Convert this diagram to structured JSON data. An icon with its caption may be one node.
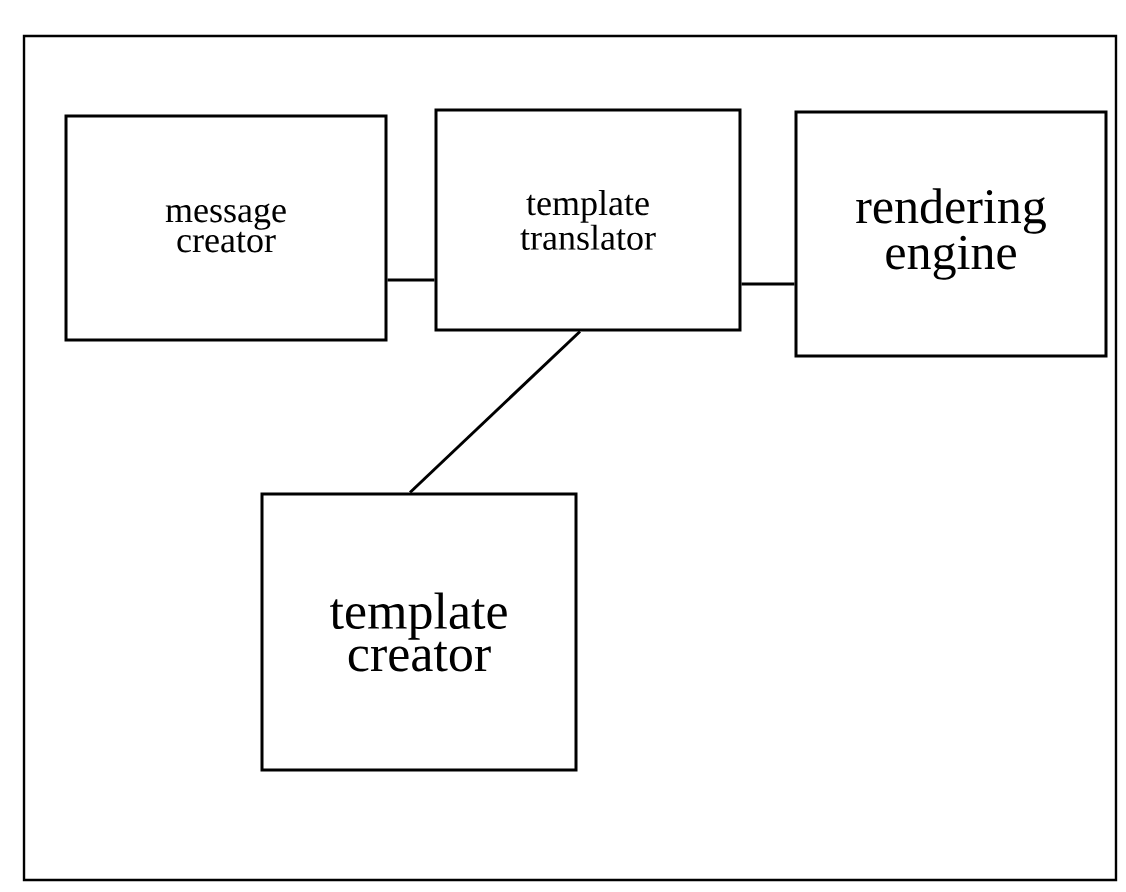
{
  "diagram": {
    "nodes": [
      {
        "text": [
          "message creator"
        ]
      },
      {
        "text": [
          "template translator"
        ]
      },
      {
        "text": [
          "rendering engine"
        ]
      },
      {
        "text": [
          "template creator"
        ]
      }
    ],
    "edges": [
      {
        "from": 0,
        "to": 1,
        "arrow": "none"
      },
      {
        "from": 1,
        "to": 2,
        "arrow": "none"
      },
      {
        "from": 1,
        "to": 3,
        "arrow": "none"
      }
    ]
  }
}
